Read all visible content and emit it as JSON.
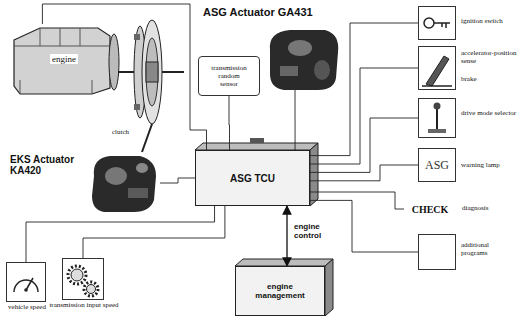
{
  "diagram": {
    "nodes": [
      {
        "text": [
          "engine"
        ]
      },
      {
        "text": [
          "ASG Actuator GA431"
        ]
      },
      {
        "text": [
          "transmission random sensor"
        ]
      },
      {
        "text": [
          "EKS Actuator KA420"
        ]
      },
      {
        "text": [
          "ASG TCU"
        ]
      },
      {
        "text": [
          "ignition switch"
        ]
      },
      {
        "text": [
          "accelerator-position sense",
          "brake"
        ]
      },
      {
        "text": [
          "drive mode selector"
        ]
      },
      {
        "text": [
          "ASG",
          "warning lamp"
        ]
      },
      {
        "text": [
          "CHECK",
          "diagnosis"
        ]
      },
      {
        "text": [
          "additional programs"
        ]
      },
      {
        "text": [
          "engine management"
        ]
      },
      {
        "text": [
          "vehicle speed"
        ]
      },
      {
        "text": [
          "transmission input speed"
        ]
      }
    ],
    "edges": [
      {
        "from": 0,
        "to": 4,
        "arrow": "none"
      },
      {
        "from": 1,
        "to": 4,
        "arrow": "none"
      },
      {
        "from": 2,
        "to": 4,
        "arrow": "none"
      },
      {
        "from": 3,
        "to": 4,
        "arrow": "none"
      },
      {
        "from": 4,
        "to": 5,
        "arrow": "none"
      },
      {
        "from": 4,
        "to": 6,
        "arrow": "none"
      },
      {
        "from": 4,
        "to": 7,
        "arrow": "none"
      },
      {
        "from": 4,
        "to": 8,
        "arrow": "none"
      },
      {
        "from": 4,
        "to": 9,
        "arrow": "none"
      },
      {
        "from": 4,
        "to": 10,
        "arrow": "none"
      },
      {
        "from": 4,
        "to": 11,
        "label": "engine control",
        "arrow": "both"
      },
      {
        "from": 12,
        "to": 4,
        "arrow": "none"
      },
      {
        "from": 13,
        "to": 4,
        "arrow": "none"
      }
    ],
    "labels": [
      "clutch"
    ]
  }
}
